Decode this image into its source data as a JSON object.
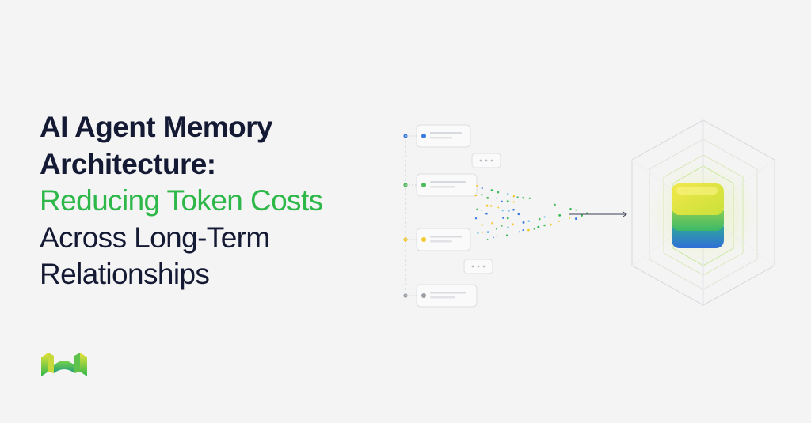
{
  "title": {
    "line1": "AI Agent Memory",
    "line2": "Architecture:",
    "line3": "Reducing Token Costs",
    "line4": "Across Long-Term",
    "line5": "Relationships"
  },
  "colors": {
    "background": "#f4f4f5",
    "title_dark": "#141a33",
    "accent_green": "#2fb84a",
    "blue": "#3b7be0",
    "green": "#4cbb5a",
    "yellow": "#f2c930",
    "gray": "#9aa0a6"
  },
  "icons": {
    "logo": "brand-logo-icon",
    "cube": "memory-cube-icon",
    "arrow": "arrow-right-icon"
  }
}
